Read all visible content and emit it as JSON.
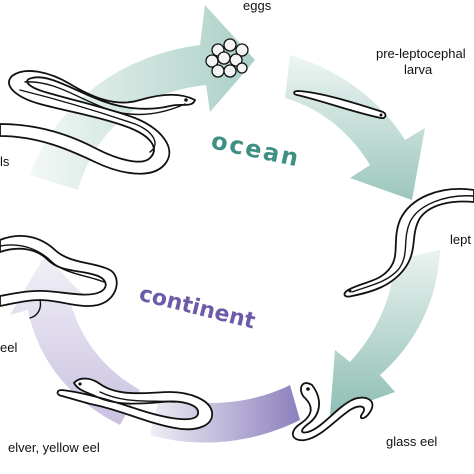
{
  "diagram": {
    "stages": {
      "eggs": "eggs",
      "pre_leptocephalus_line1": "pre-leptocephal",
      "pre_leptocephalus_line2": "larva",
      "leptocephalus": "lept",
      "glass_eel": "glass eel",
      "elver_yellow_eel": "elver, yellow eel",
      "silver_eel": "eel",
      "adults": "ls"
    },
    "regions": {
      "ocean": "ocean",
      "continent": "continent"
    },
    "colors": {
      "ocean_arrow_light": "#e6f1ee",
      "ocean_arrow_dark": "#9cc6bd",
      "continent_arrow_light": "#eceaf4",
      "continent_arrow_dark": "#9e92c6",
      "ocean_text": "#3f8f85",
      "continent_text": "#6c5ba8"
    }
  }
}
